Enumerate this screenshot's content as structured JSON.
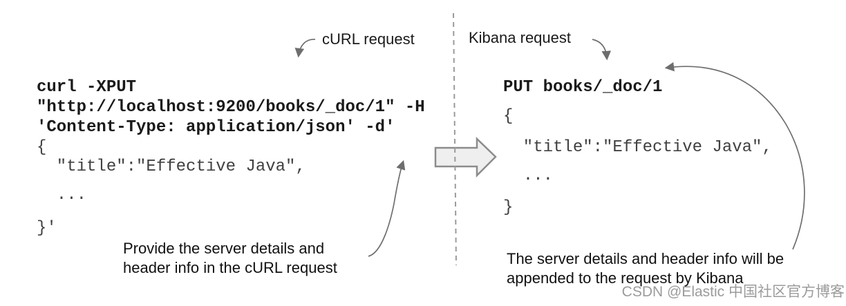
{
  "diagram_title": "cURL request vs Kibana request",
  "colors": {
    "background": "#ffffff",
    "code_bold_text": "#1a1a1a",
    "code_regular_text": "#414141",
    "annotation_text": "#111111",
    "thin_arrow": "#6e6e6e",
    "big_arrow_fill": "#efefef",
    "big_arrow_stroke": "#8c8c8c",
    "divider_dash": "#9a9a9a",
    "watermark_text": "#9b9b9b"
  },
  "icons": {
    "curl_pointer": "curved-arrow-down-icon",
    "kibana_pointer": "curved-arrow-down-icon",
    "transform": "block-arrow-right-icon",
    "curl_annotation_pointer": "curved-arrow-up-icon",
    "kibana_annotation_pointer": "curved-arrow-left-icon",
    "divider": "vertical-dashed-divider"
  },
  "curl_panel": {
    "label": "cURL request",
    "code_lines": [
      "curl -XPUT",
      "\"http://localhost:9200/books/_doc/1\" -H",
      "'Content-Type: application/json' -d'",
      "{",
      "  \"title\":\"Effective Java\",",
      "  ...",
      "}'"
    ],
    "annotation_lines": [
      "Provide the server details and",
      "header info in the cURL request"
    ]
  },
  "kibana_panel": {
    "label": "Kibana request",
    "code_lines": [
      "PUT books/_doc/1",
      "{",
      "  \"title\":\"Effective Java\",",
      "  ...",
      "}"
    ],
    "annotation_lines": [
      "The server details and header info will be",
      "appended to the request by Kibana"
    ]
  },
  "watermark": "CSDN @Elastic 中国社区官方博客"
}
